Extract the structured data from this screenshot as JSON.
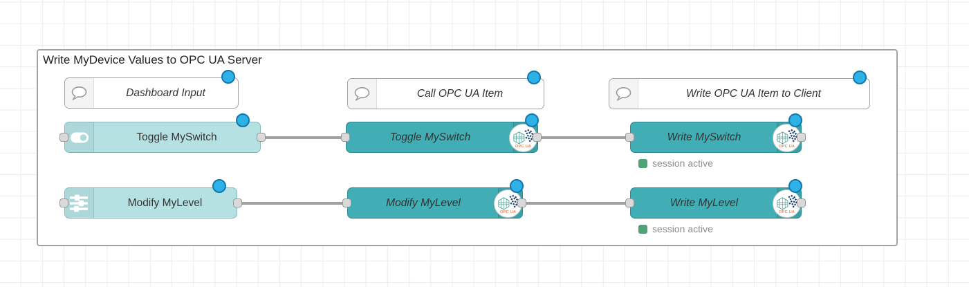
{
  "group": {
    "label": "Write MyDevice Values to OPC UA Server"
  },
  "comments": [
    {
      "label": "Dashboard Input",
      "icon": "speech-bubble-icon"
    },
    {
      "label": "Call OPC UA Item",
      "icon": "speech-bubble-icon"
    },
    {
      "label": "Write OPC UA Item to Client",
      "icon": "speech-bubble-icon"
    }
  ],
  "nodes": [
    {
      "label": "Toggle MySwitch",
      "icon": "toggle-switch-icon",
      "type": "dashboard-input"
    },
    {
      "label": "Modify MyLevel",
      "icon": "sliders-icon",
      "type": "dashboard-input"
    },
    {
      "label": "Toggle MySwitch",
      "icon": "opcua-logo-icon",
      "type": "opcua-call"
    },
    {
      "label": "Modify MyLevel",
      "icon": "opcua-logo-icon",
      "type": "opcua-call"
    },
    {
      "label": "Write MySwitch",
      "icon": "opcua-logo-icon",
      "type": "opcua-write",
      "status": "session active"
    },
    {
      "label": "Write MyLevel",
      "icon": "opcua-logo-icon",
      "type": "opcua-write",
      "status": "session active"
    }
  ],
  "badge": {
    "text": "OPC UA"
  },
  "colors": {
    "node_light": "#b6e1e3",
    "node_dark": "#40aeb4",
    "changed_indicator": "#2eb1e6",
    "status_green": "#4fa377",
    "wire": "#a0a0a0",
    "opcua_text_orange": "#e2571b",
    "opcua_navy": "#1d3f6e",
    "opcua_teal": "#48a191"
  }
}
